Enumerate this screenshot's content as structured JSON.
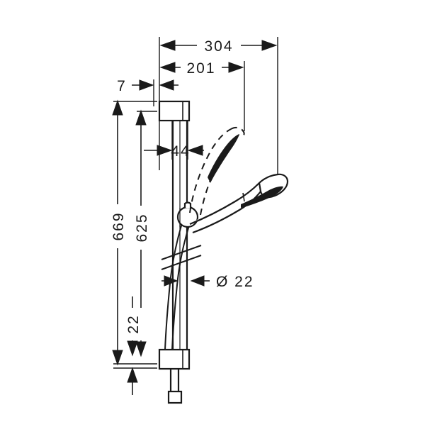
{
  "document": {
    "type": "technical-dimension-drawing",
    "subject": "shower-rail-set-with-handshower-and-hose",
    "units": "mm",
    "background_color": "#ffffff",
    "line_color": "#1a1a1a"
  },
  "dimensions": {
    "overall_projection": {
      "label": "304",
      "orientation": "horizontal",
      "position": "top"
    },
    "handshower_projection": {
      "label": "201",
      "orientation": "horizontal",
      "position": "top"
    },
    "wall_bracket_offset": {
      "label": "7",
      "orientation": "horizontal",
      "position": "top-left"
    },
    "rail_thickness": {
      "label": "44",
      "orientation": "horizontal",
      "position": "upper-middle"
    },
    "overall_height": {
      "label": "669",
      "orientation": "vertical",
      "position": "left"
    },
    "rail_length": {
      "label": "625",
      "orientation": "vertical",
      "position": "left-inner"
    },
    "lower_bracket_height": {
      "label": "22",
      "orientation": "vertical",
      "position": "left-inner-lower"
    },
    "rail_diameter": {
      "label": "Ø 22",
      "symbol": "diameter-symbol",
      "orientation": "horizontal",
      "position": "middle-right"
    }
  },
  "parts": {
    "upper_bracket": "upper-wall-bracket",
    "lower_bracket": "lower-wall-bracket",
    "slide_rail": "slide-rail",
    "slider_holder": "slider-handshower-holder",
    "handshower_solid": "handshower-angled-position",
    "handshower_dashed": "handshower-raised-position",
    "shower_hose": "shower-hose",
    "hose_connector": "hose-connector-nut",
    "break_lines": "hose-break-lines"
  }
}
